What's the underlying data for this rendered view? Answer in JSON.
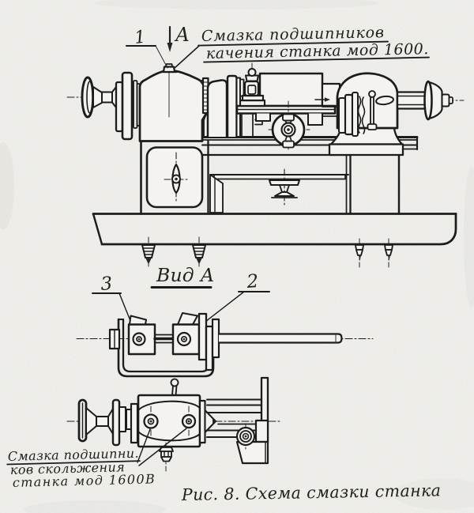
{
  "figure": {
    "paper_color": "#f4f3ef",
    "ink_color": "#1f1f1d"
  },
  "annotations": {
    "callout_1": "1",
    "view_direction_label": "А",
    "top_note_line1": "Смазка подшипников",
    "top_note_line2": "качения станка мод 1600.",
    "view_a_title": "Вид А",
    "callout_3": "3",
    "callout_2": "2",
    "bottom_note_line1": "Смазка подшипни.",
    "bottom_note_line2": "ков скольжения",
    "bottom_note_line3": "станка мод 1600В",
    "caption": "Рис. 8. Схема смазки станка"
  }
}
